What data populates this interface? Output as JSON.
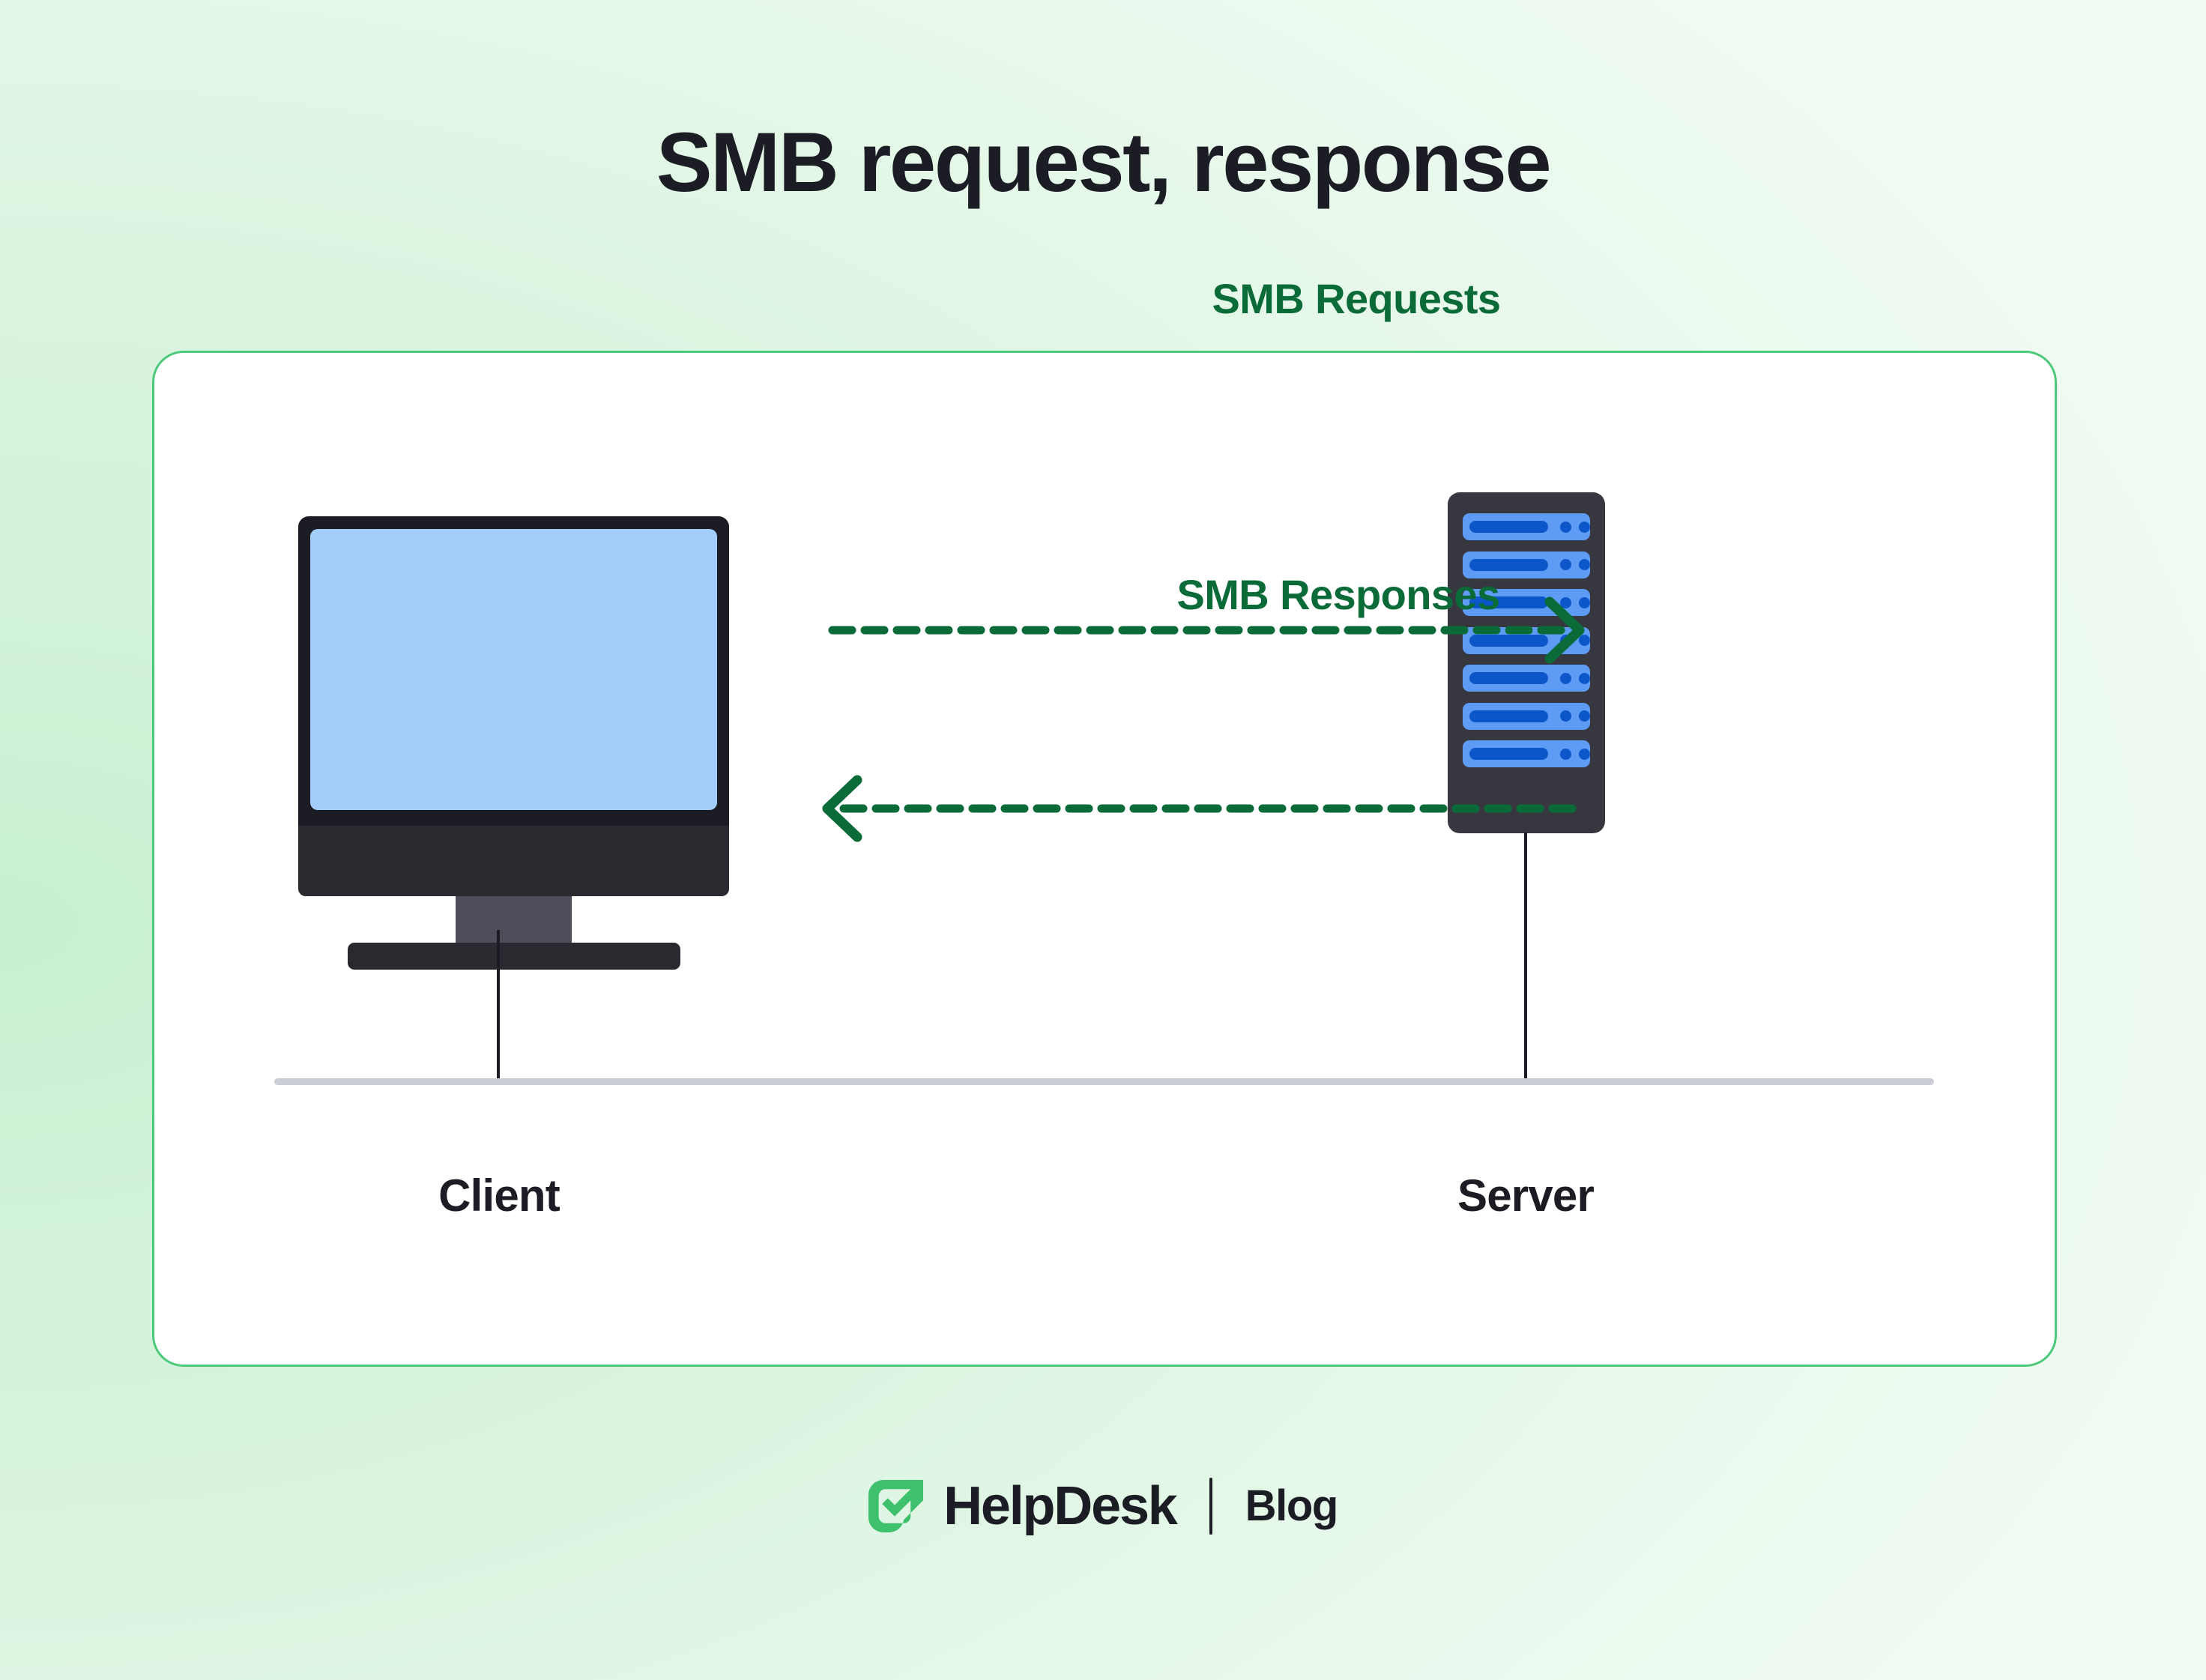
{
  "title": "SMB request, response",
  "diagram": {
    "nodes": [
      {
        "id": "client",
        "label": "Client",
        "icon": "desktop-monitor-icon"
      },
      {
        "id": "server",
        "label": "Server",
        "icon": "server-rack-icon"
      }
    ],
    "flows": [
      {
        "id": "requests",
        "label": "SMB Requests",
        "direction": "client-to-server",
        "style": "dashed"
      },
      {
        "id": "responses",
        "label": "SMB Responses",
        "direction": "server-to-client",
        "style": "dashed"
      }
    ],
    "server_slot_count": 7,
    "colors": {
      "accent_green": "#4cc97a",
      "flow_green": "#0b6b38",
      "screen_blue": "#a3cdfb",
      "slot_blue": "#5e9bf5",
      "slot_bar_blue": "#0b56c9",
      "dark": "#1c1d24",
      "baseline_gray": "#cbcdd4",
      "card_bg": "#ffffff",
      "page_bg_start": "#c8efd2",
      "page_bg_end": "#f4fcf6"
    }
  },
  "footer": {
    "brand": "HelpDesk",
    "section": "Blog",
    "logo_icon": "helpdesk-check-logo-icon"
  }
}
